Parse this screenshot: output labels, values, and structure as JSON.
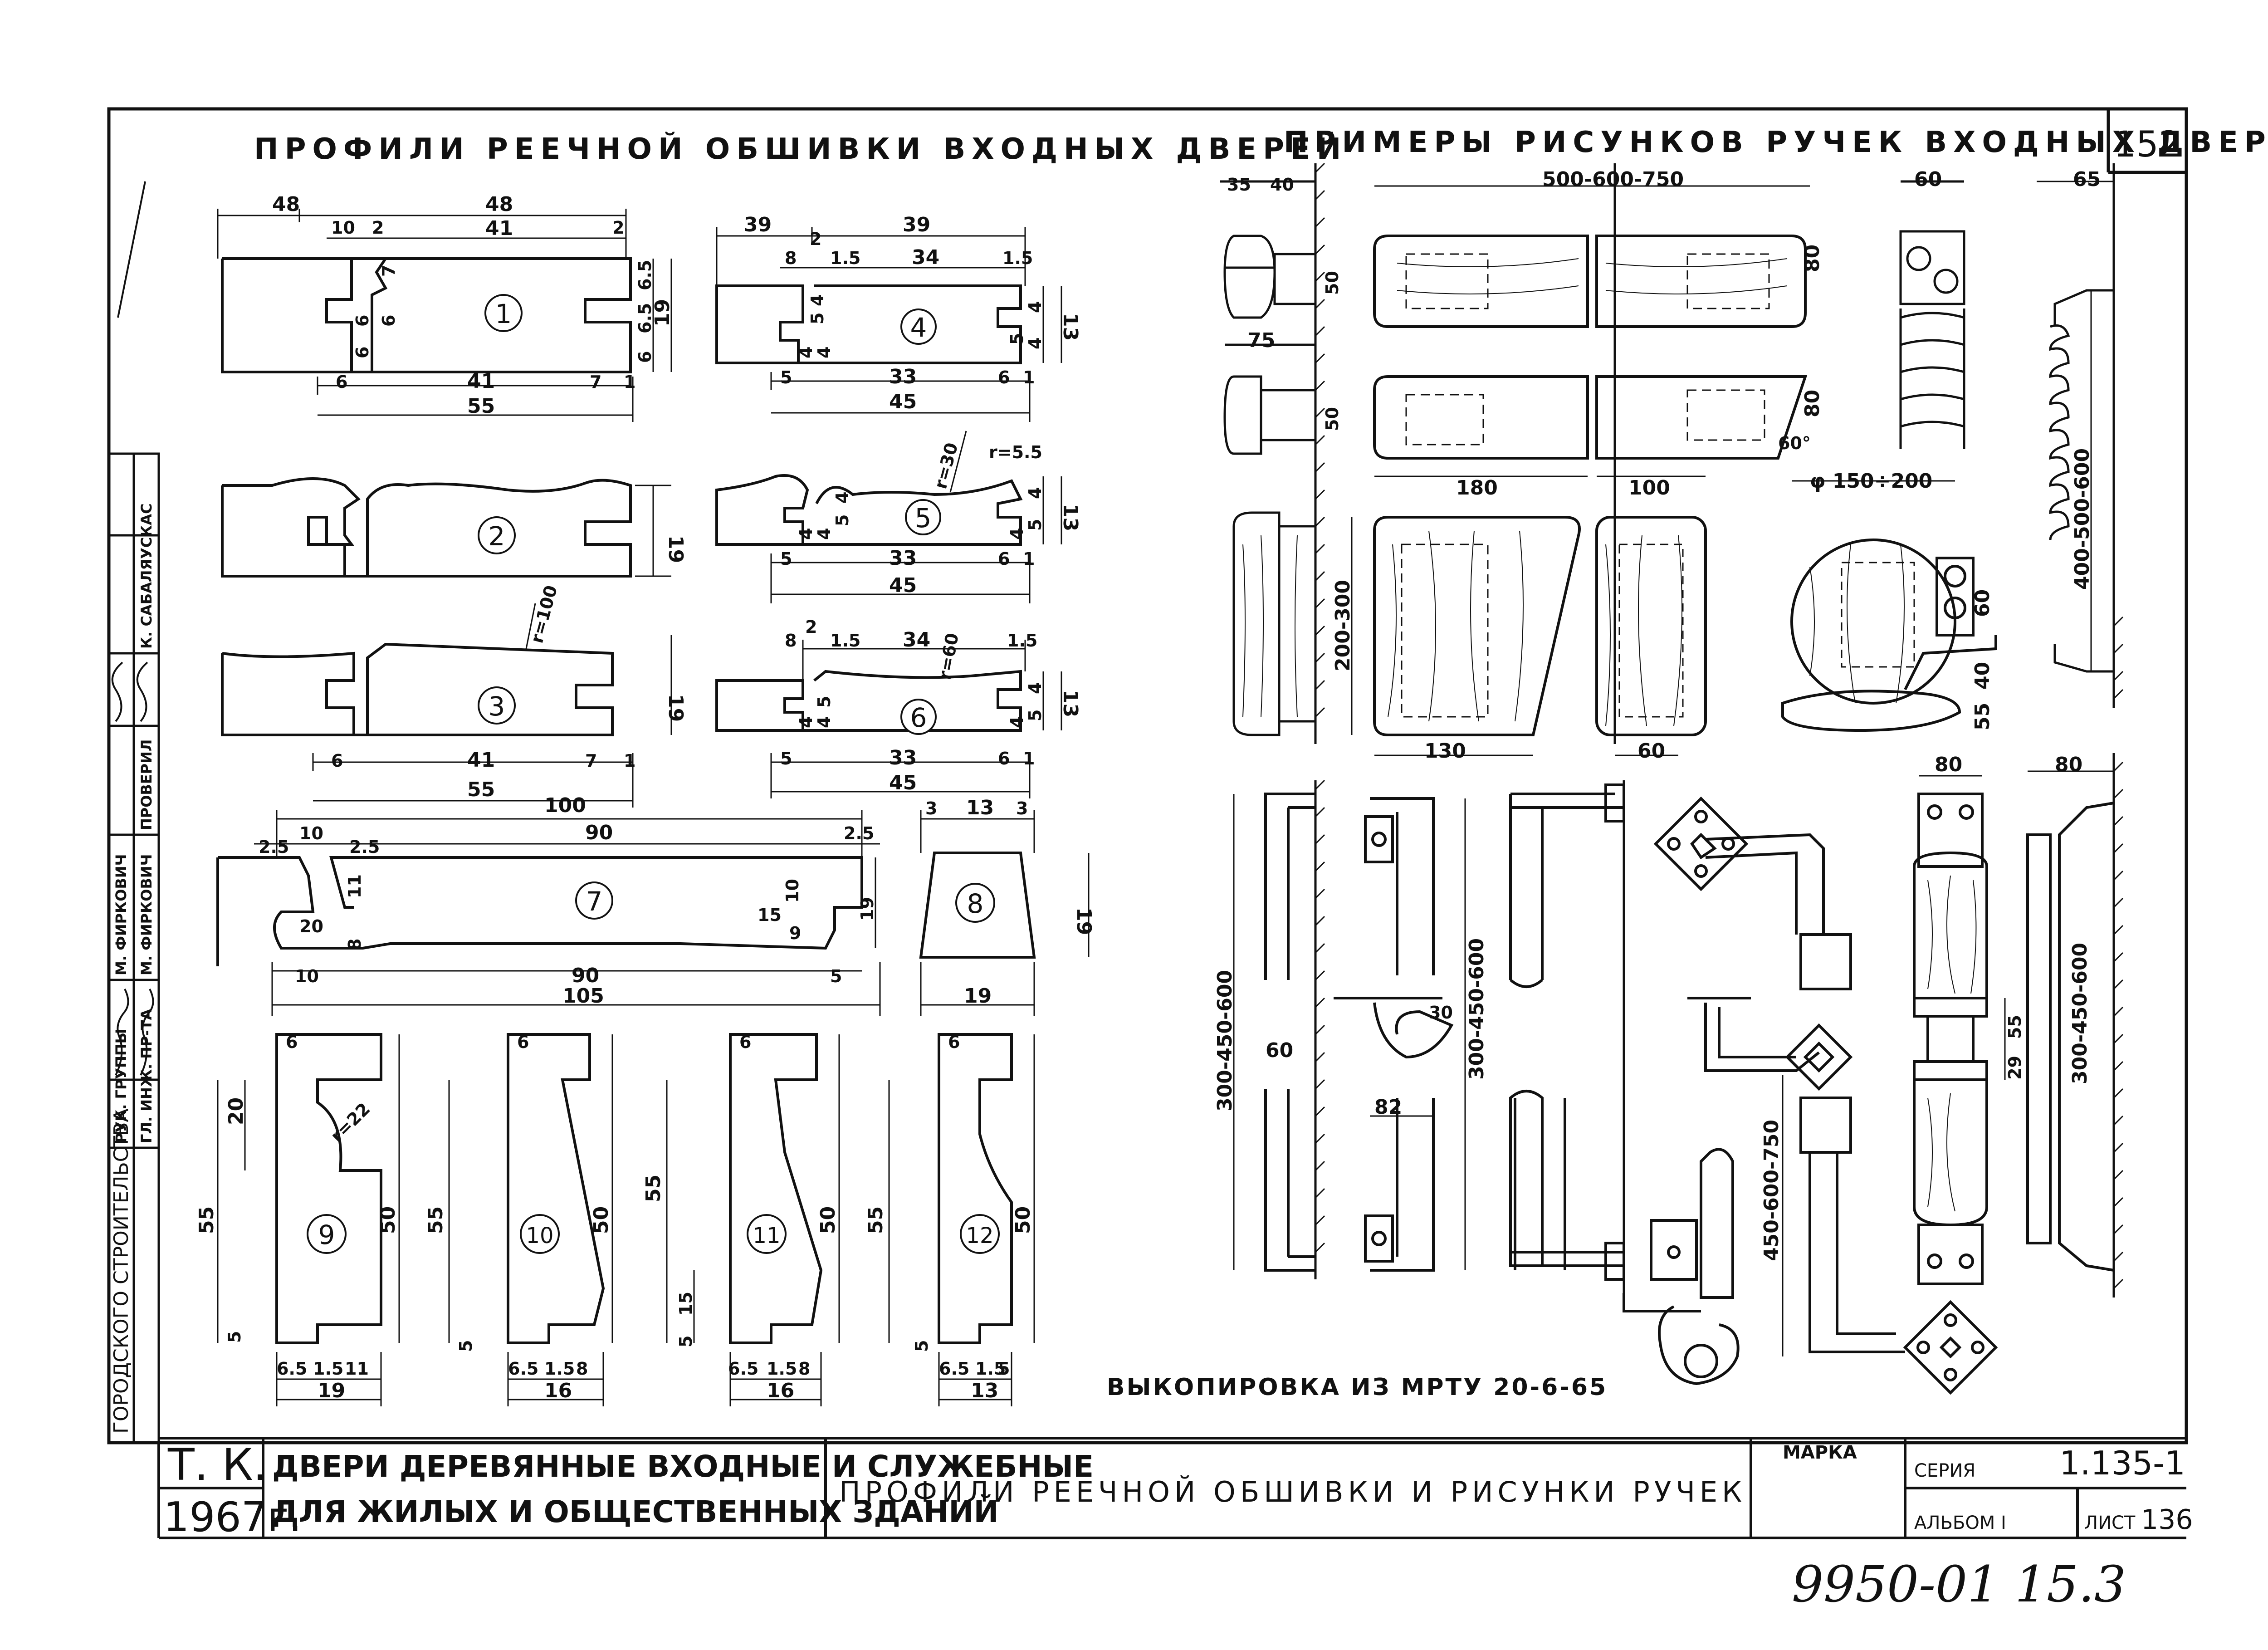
{
  "sheet_number": "152",
  "headers": {
    "left": "ПРОФИЛИ РЕЕЧНОЙ ОБШИВКИ ВХОДНЫХ ДВЕРЕЙ",
    "right": "ПРИМЕРЫ РИСУНКОВ РУЧЕК ВХОДНЫХ ДВЕРЕЙ"
  },
  "profile_numbers": [
    "1",
    "2",
    "3",
    "4",
    "5",
    "6",
    "7",
    "8",
    "9",
    "10",
    "11",
    "12"
  ],
  "profile_dims": {
    "p1": {
      "top_a": "48",
      "top_b": "48",
      "t1": "10",
      "t2": "2",
      "t3": "41",
      "t4": "2",
      "s1": "7",
      "s2": "6",
      "s3": "6",
      "s4": "6",
      "r1": "6.5",
      "r2": "6.5",
      "r3": "6",
      "r4": "19",
      "b1": "6",
      "b2": "41",
      "b3": "7",
      "b4": "1",
      "total": "55"
    },
    "p4": {
      "top_a": "39",
      "top_b": "39",
      "t1": "8",
      "t2": "2",
      "t3": "1.5",
      "t4": "34",
      "t5": "1.5",
      "s1": "4",
      "s2": "5",
      "s3": "4",
      "s4": "4",
      "r1": "4",
      "r2": "5",
      "r3": "4",
      "r4": "13",
      "b1": "5",
      "b2": "33",
      "b3": "6",
      "b4": "1",
      "total": "45"
    },
    "p2": {
      "h": "19"
    },
    "p5": {
      "r1": "r=30",
      "r2": "r=5.5",
      "s1": "4",
      "s2": "4",
      "s3": "5",
      "s4": "4",
      "r_a": "4",
      "r_b": "5",
      "r_c": "4",
      "r_d": "13",
      "b1": "5",
      "b2": "33",
      "b3": "6",
      "b4": "1",
      "total": "45"
    },
    "p3": {
      "r": "r=100",
      "h": "19",
      "b1": "6",
      "b2": "41",
      "b3": "7",
      "b4": "1",
      "total": "55"
    },
    "p6": {
      "r": "r=60",
      "t1": "8",
      "t2": "2",
      "t3": "1.5",
      "t4": "34",
      "t5": "1.5",
      "s1": "4",
      "s2": "5",
      "s3": "4",
      "r_a": "4",
      "r_b": "5",
      "r_c": "4",
      "r_d": "13",
      "b1": "5",
      "b2": "33",
      "b3": "6",
      "b4": "1",
      "total": "45"
    },
    "p7": {
      "top": "100",
      "t1": "2.5",
      "t2": "10",
      "t3": "90",
      "t4": "2.5",
      "a1": "2.5",
      "a2": "11",
      "a3": "20",
      "a4": "8",
      "a5": "10",
      "a6": "15",
      "a7": "9",
      "a8": "19",
      "b1": "10",
      "b2": "90",
      "b3": "5",
      "total": "105"
    },
    "p8": {
      "t1": "3",
      "t2": "13",
      "t3": "3",
      "h": "19",
      "b": "19"
    },
    "p9": {
      "t": "6",
      "h1": "20",
      "h2": "55",
      "h3": "50",
      "h4": "5",
      "r": "r=22",
      "b1": "6.5",
      "b2": "1.5",
      "b3": "11",
      "total": "19"
    },
    "p10": {
      "t": "6",
      "h1": "55",
      "h2": "50",
      "h3": "5",
      "b1": "6.5",
      "b2": "1.5",
      "b3": "8",
      "total": "16"
    },
    "p11": {
      "t": "6",
      "h1": "55",
      "h2": "50",
      "h3": "15",
      "h4": "5",
      "b1": "6.5",
      "b2": "1.5",
      "b3": "8",
      "total": "16"
    },
    "p12": {
      "t": "6",
      "h1": "55",
      "h2": "50",
      "h3": "5",
      "b1": "6.5",
      "b2": "1.5",
      "b3": "5",
      "total": "13"
    }
  },
  "handle_dims": {
    "a1": "35",
    "a2": "40",
    "a3": "50",
    "a4": "75",
    "a5": "50",
    "b1": "500-600-750",
    "b2": "80",
    "b3": "80",
    "b4": "60°",
    "b5": "180",
    "b6": "100",
    "c1": "60",
    "c2": "φ 150÷200",
    "c3": "60",
    "c4": "40",
    "c5": "55",
    "d1": "65",
    "d2": "400-500-600",
    "e1": "200-300",
    "e2": "130",
    "e3": "60",
    "f1": "80",
    "f2": "80",
    "g1": "300-450-600",
    "g2": "60",
    "g3": "300-450-600",
    "g4": "30",
    "g5": "82",
    "h1": "450-600-750",
    "i1": "29",
    "i2": "55",
    "i3": "300-450-600"
  },
  "copy_note": "ВЫКОПИРОВКА ИЗ МРТУ 20-6-65",
  "side_stamp": {
    "org": "ГОРОДСКОГО СТРОИТЕЛЬСТВА",
    "rows": [
      {
        "role": "РУК. ГРУППЫ",
        "name": ""
      },
      {
        "role": "ГЛ. ИНЖ. ПР-ТА",
        "name": ""
      },
      {
        "role": "",
        "name": "М. ФИРКОВИЧ"
      },
      {
        "role": "",
        "name": "М. ФИРКОВИЧ"
      },
      {
        "role": "ПРОВЕРИЛ",
        "name": "К. САБАЛЯУСКАС"
      }
    ]
  },
  "title_block": {
    "tk": "Т. К.",
    "year": "1967г.",
    "title_line1": "ДВЕРИ ДЕРЕВЯННЫЕ ВХОДНЫЕ И СЛУЖЕБНЫЕ",
    "title_line2": "ДЛЯ ЖИЛЫХ И ОБЩЕСТВЕННЫХ ЗДАНИЙ",
    "sheet_title": "ПРОФИЛИ РЕЕЧНОЙ ОБШИВКИ И РИСУНКИ РУЧЕК",
    "marka_label": "МАРКА",
    "series_label": "СЕРИЯ",
    "series_value": "1.135-1",
    "album_label": "АЛЬБОМ I",
    "list_label": "ЛИСТ",
    "list_value": "136"
  },
  "archive_number": "9950-01 15.3"
}
